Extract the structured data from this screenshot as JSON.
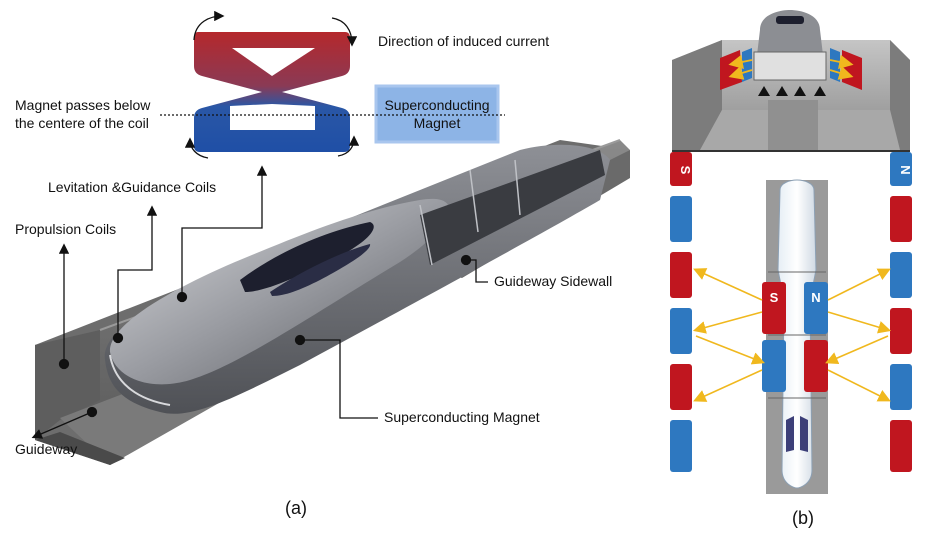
{
  "panel_a": {
    "caption": "(a)",
    "labels": {
      "direction": "Direction of induced current",
      "passes_line1": "Magnet passes below",
      "passes_line2": "the centere of the coil",
      "sc_box_line1": "Superconducting",
      "sc_box_line2": "Magnet",
      "levitation": "Levitation &Guidance Coils",
      "propulsion": "Propulsion Coils",
      "sidewall": "Guideway Sidewall",
      "sc_magnet": "Superconducting Magnet",
      "guideway": "Guideway"
    }
  },
  "panel_b": {
    "caption": "(b)",
    "poles": {
      "s": "S",
      "n": "N"
    }
  },
  "colors": {
    "red": "#c0161f",
    "blue": "#2e78c0",
    "arrow": "#f0b81e",
    "box": "#8db4e6"
  }
}
